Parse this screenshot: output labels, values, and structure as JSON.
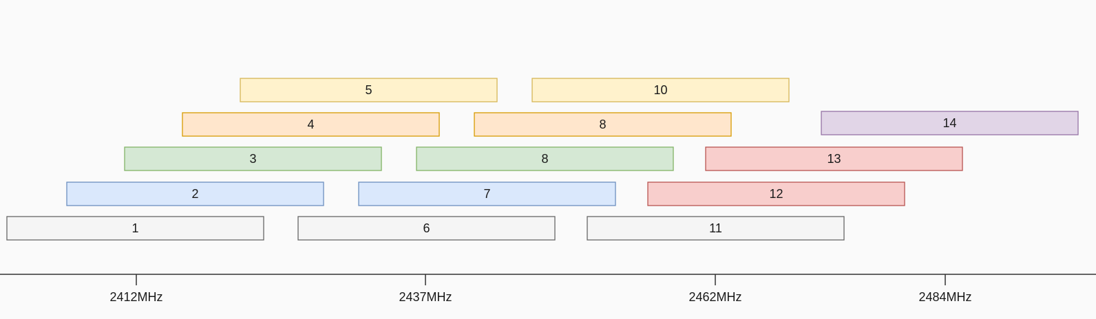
{
  "channels": [
    {
      "label": "1",
      "fill": "#f5f5f5",
      "stroke": "#666666"
    },
    {
      "label": "2",
      "fill": "#dae8fc",
      "stroke": "#6c8ebf"
    },
    {
      "label": "3",
      "fill": "#d5e8d4",
      "stroke": "#82b366"
    },
    {
      "label": "4",
      "fill": "#ffe6cc",
      "stroke": "#d79b00"
    },
    {
      "label": "5",
      "fill": "#fff2cc",
      "stroke": "#d6b656"
    },
    {
      "label": "6",
      "fill": "#f5f5f5",
      "stroke": "#666666"
    },
    {
      "label": "7",
      "fill": "#dae8fc",
      "stroke": "#6c8ebf"
    },
    {
      "label": "8",
      "fill": "#d5e8d4",
      "stroke": "#82b366"
    },
    {
      "label": "8",
      "fill": "#ffe6cc",
      "stroke": "#d79b00"
    },
    {
      "label": "10",
      "fill": "#fff2cc",
      "stroke": "#d6b656"
    },
    {
      "label": "11",
      "fill": "#f5f5f5",
      "stroke": "#666666"
    },
    {
      "label": "12",
      "fill": "#f8cecc",
      "stroke": "#b85450"
    },
    {
      "label": "13",
      "fill": "#f8cecc",
      "stroke": "#b85450"
    },
    {
      "label": "14",
      "fill": "#e1d5e7",
      "stroke": "#9673a6"
    }
  ],
  "axis": {
    "ticks": [
      {
        "label": "2412MHz"
      },
      {
        "label": "2437MHz"
      },
      {
        "label": "2462MHz"
      },
      {
        "label": "2484MHz"
      }
    ]
  },
  "colors": {
    "axis_line": "#333333",
    "background": "#fafafa"
  }
}
